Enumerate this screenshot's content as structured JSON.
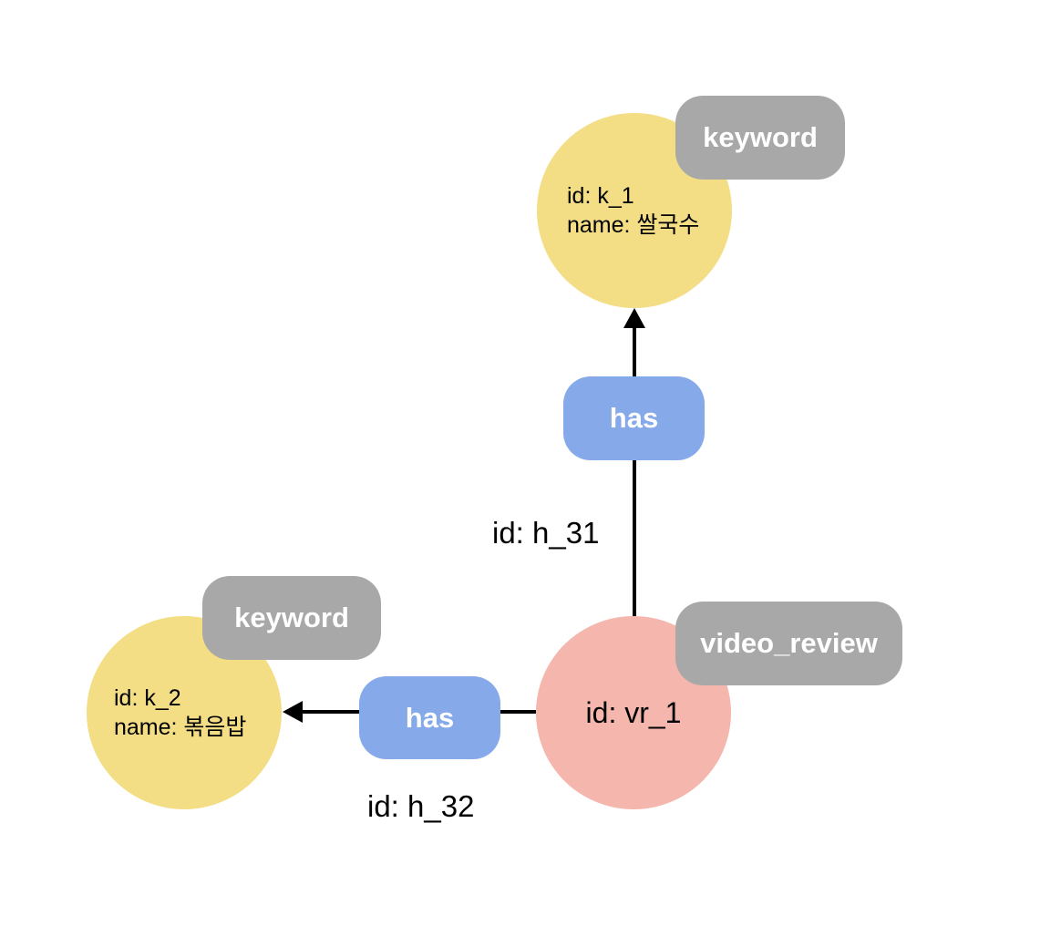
{
  "colors": {
    "keyword_node": "#f3de86",
    "video_review_node": "#f4b6ad",
    "label_pill": "#a8a8a8",
    "relation_pill": "#85a9e9",
    "edge": "#000000"
  },
  "nodes": {
    "k1": {
      "label": "keyword",
      "id_text": "id: k_1",
      "name_text": "name: 쌀국수"
    },
    "k2": {
      "label": "keyword",
      "id_text": "id: k_2",
      "name_text": "name: 볶음밥"
    },
    "vr1": {
      "label": "video_review",
      "id_text": "id: vr_1"
    }
  },
  "edges": {
    "h31": {
      "relation": "has",
      "id_text": "id: h_31"
    },
    "h32": {
      "relation": "has",
      "id_text": "id: h_32"
    }
  }
}
